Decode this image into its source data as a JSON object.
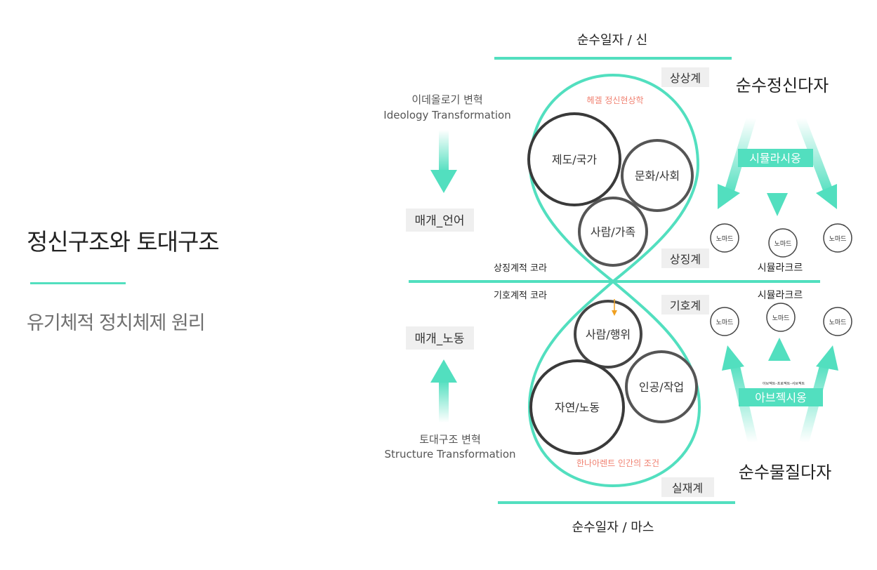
{
  "page": {
    "title": "정신구조와 토대구조",
    "subtitle": "유기체적 정치체제 원리"
  },
  "diagram": {
    "top_label": "순수일자 / 신",
    "bottom_label": "순수일자 / 마스",
    "upper_realm": "상상계",
    "symbolic_realm": "상징계",
    "sign_realm": "기호계",
    "real_realm": "실재계",
    "upper_source": "헤겔 정신현상학",
    "lower_source": "한나아렌트 인간의 조건",
    "symbolic_chora": "상징계적 코라",
    "sign_chora": "기호계적 코라",
    "upper_circles": [
      "제도/국가",
      "문화/사회",
      "사람/가족"
    ],
    "lower_circles": [
      "사람/행위",
      "인공/작업",
      "자연/노동"
    ],
    "left_upper": {
      "title": "이데올로기 변혁",
      "title_en": "Ideology Transformation",
      "medium": "매개_언어"
    },
    "left_lower": {
      "title": "토대구조 변혁",
      "title_en": "Structure Transformation",
      "medium": "매개_노동"
    },
    "right_upper": {
      "heading": "순수정신다자",
      "band": "시뮬라시옹",
      "nomads": [
        "노마드",
        "노마드",
        "노마드"
      ],
      "simulacre": "시뮬라크르"
    },
    "right_lower": {
      "heading": "순수물질다자",
      "band": "아브젝시옹",
      "band_small": "아브젝트–프로젝트–서브젝트",
      "nomads": [
        "노마드",
        "노마드",
        "노마드"
      ],
      "simulacre": "시뮬라크르"
    }
  },
  "colors": {
    "accent": "#52dfbf",
    "circle_stroke": "#444444",
    "source_text": "#f08070",
    "arrow_small": "#f0a020",
    "label_bg": "#efefef"
  }
}
